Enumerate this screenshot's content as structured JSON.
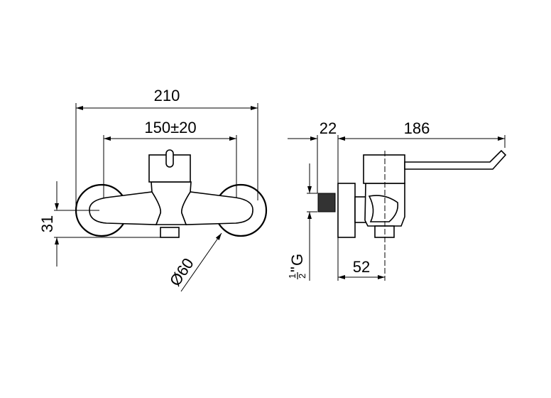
{
  "front_view": {
    "overall_width": "210",
    "center_distance": "150±20",
    "height": "31",
    "escutcheon_diameter": "Ø60"
  },
  "side_view": {
    "connection_depth": "22",
    "projection": "186",
    "outlet_offset": "52",
    "thread_size": "G",
    "thread_fraction_num": "1",
    "thread_fraction_den": "2",
    "thread_inch_mark": "\""
  }
}
